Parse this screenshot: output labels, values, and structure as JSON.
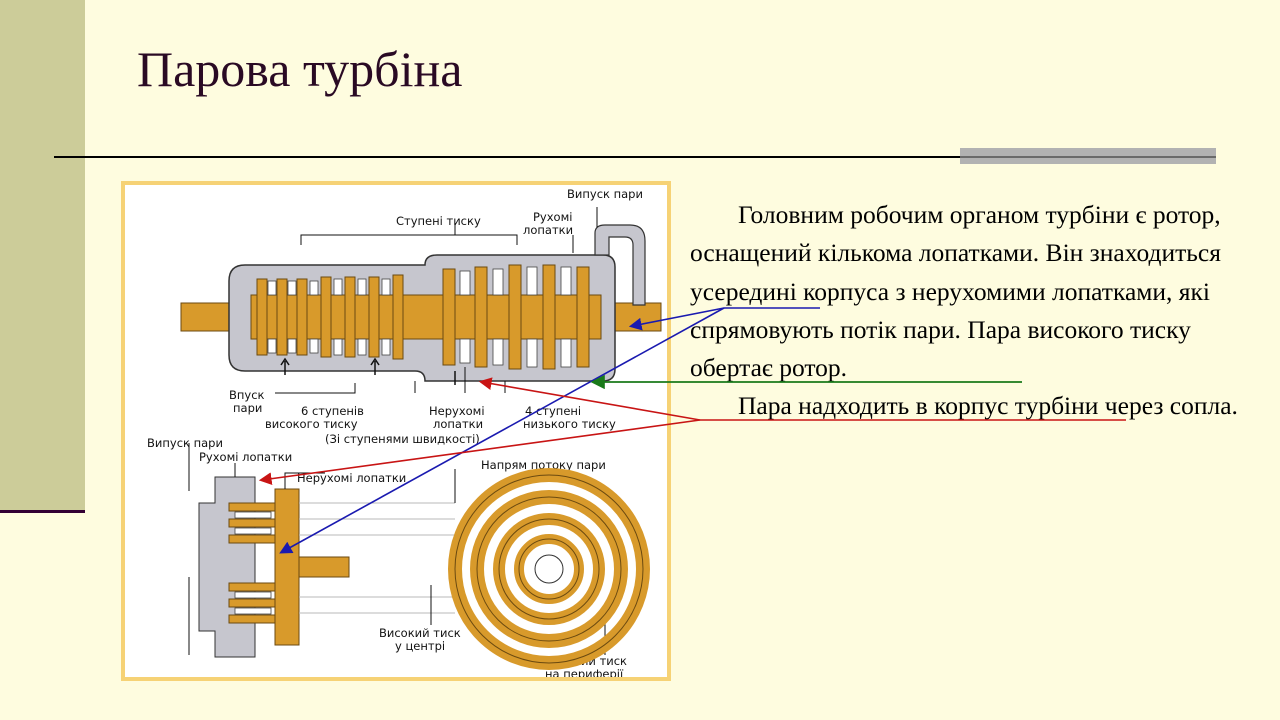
{
  "slide": {
    "title": "Парова турбіна",
    "paragraphs": [
      "Головним робочим органом турбіни є ротор, оснащений кількома лопатками. Він знаходиться усередині корпуса з нерухомими лопатками, які спрямовують потік пари. Пара високого тиску обертає ротор.",
      "Пара надходить в корпус турбіни через сопла."
    ]
  },
  "diagram": {
    "labels": {
      "steam_outlet_top": "Випуск пари",
      "pressure_stages": "Ступені тиску",
      "moving_blades_top_1": "Рухомі",
      "moving_blades_top_2": "лопатки",
      "steam_inlet_1": "Впуск",
      "steam_inlet_2": "пари",
      "hp_stages_1": "6 ступенів",
      "hp_stages_2": "високого тиску",
      "velocity_stages": "(Зі ступенями швидкості)",
      "fixed_blades_1": "Нерухомі",
      "fixed_blades_2": "лопатки",
      "lp_stages_1": "4 ступені",
      "lp_stages_2": "низького тиску",
      "steam_outlet_bottom": "Випуск пари",
      "moving_blades_bottom": "Рухомі лопатки",
      "fixed_blades_bottom": "Нерухомі лопатки",
      "flow_direction": "Напрям потоку пари",
      "high_pressure_1": "Високий тиск",
      "high_pressure_2": "у центрі",
      "low_pressure_1": "Низький тиск",
      "low_pressure_2": "на периферії"
    }
  },
  "colors": {
    "background": "#FEFCDF",
    "sidebar": "#CCCC99",
    "title": "#2A0A24",
    "rotor": "#D89A2B",
    "casing": "#C6C6CE",
    "frame": "#F6D275",
    "arrow_blue": "#1A1AB0",
    "arrow_green": "#1A7A1A",
    "arrow_red": "#C81414"
  }
}
